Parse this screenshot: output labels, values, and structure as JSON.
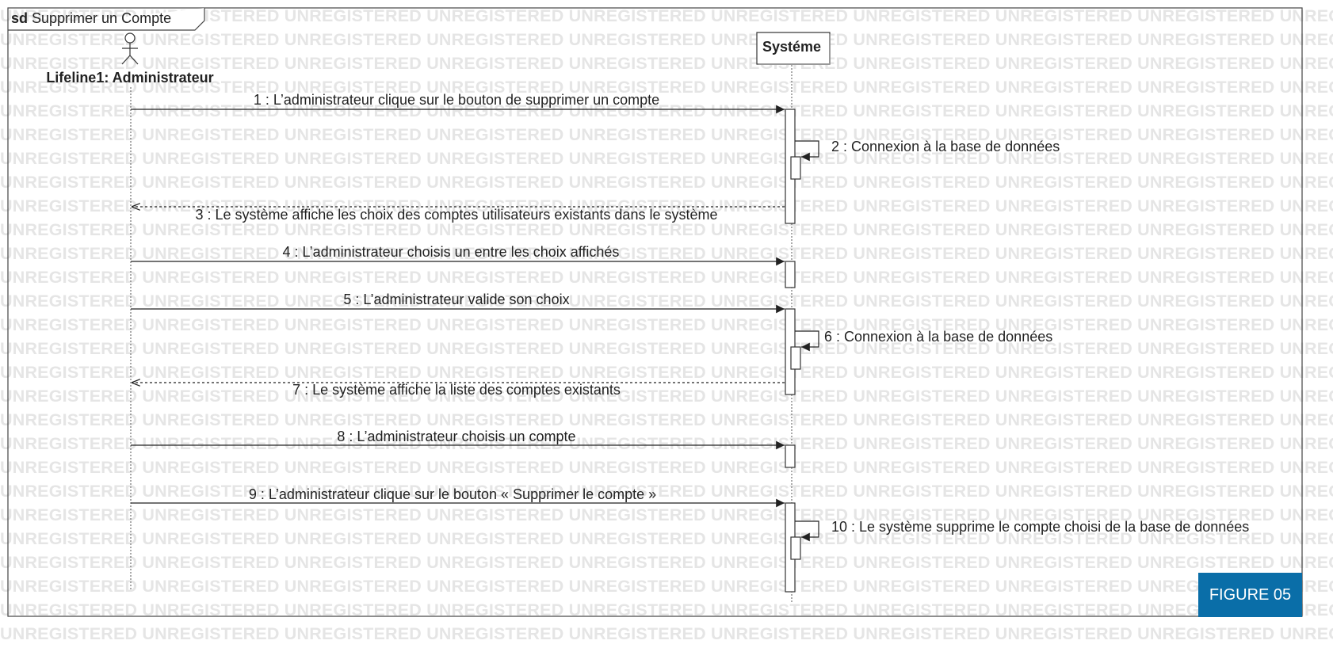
{
  "frame": {
    "keyword": "sd",
    "title": "Supprimer un Compte"
  },
  "watermark": "UNREGISTERED",
  "lifelines": {
    "actor": {
      "label": "Lifeline1: Administrateur"
    },
    "system": {
      "label": "Systéme"
    }
  },
  "messages": [
    {
      "label": "1 : L’administrateur clique sur le bouton de supprimer un compte",
      "kind": "sync",
      "from": "actor",
      "to": "system"
    },
    {
      "label": "2 : Connexion à la base de données",
      "kind": "self",
      "from": "system",
      "to": "system"
    },
    {
      "label": "3 : Le système affiche les choix des comptes utilisateurs existants dans le système",
      "kind": "reply",
      "from": "system",
      "to": "actor"
    },
    {
      "label": "4 : L’administrateur choisis un entre les choix affichés",
      "kind": "sync",
      "from": "actor",
      "to": "system"
    },
    {
      "label": "5 : L’administrateur valide son choix",
      "kind": "sync",
      "from": "actor",
      "to": "system"
    },
    {
      "label": "6 : Connexion à la base de données",
      "kind": "self",
      "from": "system",
      "to": "system"
    },
    {
      "label": "7 : Le système affiche la liste des comptes existants",
      "kind": "reply",
      "from": "system",
      "to": "actor"
    },
    {
      "label": "8 : L’administrateur choisis un compte",
      "kind": "sync",
      "from": "actor",
      "to": "system"
    },
    {
      "label": "9 : L’administrateur clique sur le bouton « Supprimer le compte »",
      "kind": "sync",
      "from": "actor",
      "to": "system"
    },
    {
      "label": "10 : Le système supprime le compte choisi de la base de données",
      "kind": "self",
      "from": "system",
      "to": "system"
    }
  ],
  "figure_label": "FIGURE 05",
  "colors": {
    "line": "#333333",
    "text": "#222222",
    "watermark": "#e5e5e5",
    "figure_label_bg": "#0a6ea8"
  }
}
